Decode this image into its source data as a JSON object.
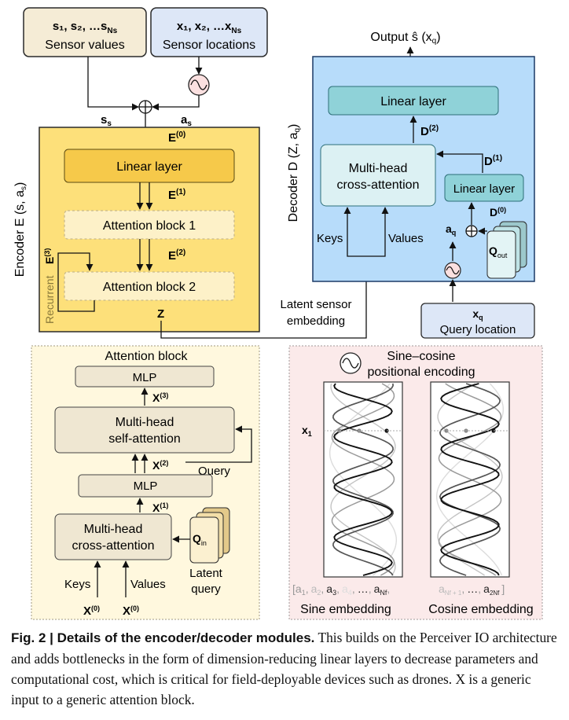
{
  "inputs": {
    "sensor_values_eq": "s₁, s₂, …s",
    "sensor_values_eq_sub": "Ns",
    "sensor_values_label": "Sensor values",
    "sensor_locations_eq": "x₁, x₂, …x",
    "sensor_locations_eq_sub": "Ns",
    "sensor_locations_label": "Sensor locations",
    "ss": "s",
    "ss_sub": "s",
    "as": "a",
    "as_sub": "s",
    "plus_symbol": "⊕"
  },
  "encoder": {
    "side_label": "Encoder E (s, a",
    "side_label_end": ")",
    "side_label_sub": "s",
    "e0": "E",
    "e0_sup": "(0)",
    "linear_layer": "Linear layer",
    "e1": "E",
    "e1_sup": "(1)",
    "attention_block_1": "Attention block 1",
    "e2": "E",
    "e2_sup": "(2)",
    "recurrent": "Recurrent",
    "e3": "E",
    "e3_sup": "(3)",
    "attention_block_2": "Attention block 2",
    "z": "Z",
    "latent_label_1": "Latent sensor",
    "latent_label_2": "embedding"
  },
  "decoder": {
    "output_label": "Output ŝ (x",
    "output_sub": "q",
    "output_end": ")",
    "side_label": "Decoder D (Z, a",
    "side_label_sub": "q",
    "side_label_end": ")",
    "linear_layer_top": "Linear layer",
    "d2": "D",
    "d2_sup": "(2)",
    "mha_1": "Multi-head",
    "mha_2": "cross-attention",
    "d1": "D",
    "d1_sup": "(1)",
    "linear_layer_small": "Linear layer",
    "d0": "D",
    "d0_sup": "(0)",
    "aq": "a",
    "aq_sub": "q",
    "q_out": "Q",
    "q_out_sub": "out",
    "keys": "Keys",
    "values": "Values",
    "query_loc_eq": "x",
    "query_loc_sub": "q",
    "query_loc_label": "Query location"
  },
  "attention_block": {
    "title": "Attention block",
    "mlp_top": "MLP",
    "x3": "X",
    "x3_sup": "(3)",
    "mhsa_1": "Multi-head",
    "mhsa_2": "self-attention",
    "x2": "X",
    "x2_sup": "(2)",
    "query": "Query",
    "mlp_mid": "MLP",
    "x1": "X",
    "x1_sup": "(1)",
    "mhca_1": "Multi-head",
    "mhca_2": "cross-attention",
    "q_in": "Q",
    "q_in_sub": "in",
    "latent_query_1": "Latent",
    "latent_query_2": "query",
    "keys": "Keys",
    "values": "Values",
    "x0_left": "X",
    "x0_right": "X",
    "x0_sup": "(0)"
  },
  "encoding_panel": {
    "title_1": "Sine–cosine",
    "title_2": "positional encoding",
    "x1": "x",
    "x1_sub": "1",
    "sine_seq_open": "[",
    "a1": "a",
    "a1_sub": "1",
    "a2": "a",
    "a2_sub": "2",
    "a3": "a",
    "a3_sub": "3",
    "a4": "a",
    "a4_sub": "4",
    "ellipsis": "…",
    "aNf": "a",
    "aNf_sub": "Nf",
    "comma": ",",
    "cos_a1": "a",
    "cos_a1_sub": "Nf + 1",
    "cos_aN": "a",
    "cos_aN_sub": "2Nf",
    "seq_close": "]",
    "sine_label": "Sine embedding",
    "cosine_label": "Cosine embedding"
  },
  "caption": {
    "fig": "Fig. 2 | Details of the encoder/decoder modules.",
    "text": "This builds on the Perceiver IO architecture and adds bottlenecks in the form of dimension-reducing linear layers to decrease parameters and computational cost, which is critical for field-deployable devices such as drones. X is a generic input to a generic attention block."
  },
  "colors": {
    "encoder_fill": "#fde07a",
    "encoder_border": "#2a2a2a",
    "encoder_inner": "#f6c94a",
    "attention_fill": "#fdf1c8",
    "decoder_fill": "#b7dcfa",
    "decoder_border": "#1b3a66",
    "teal_fill": "#8fd2d8",
    "light_teal": "#dcf1f3",
    "input_left_fill": "#f5ecd6",
    "input_right_fill": "#dde7f7",
    "attention_panel_fill": "#fff8de",
    "encoding_panel_fill": "#fbeaea",
    "mlp_fill": "#efe7d2"
  }
}
